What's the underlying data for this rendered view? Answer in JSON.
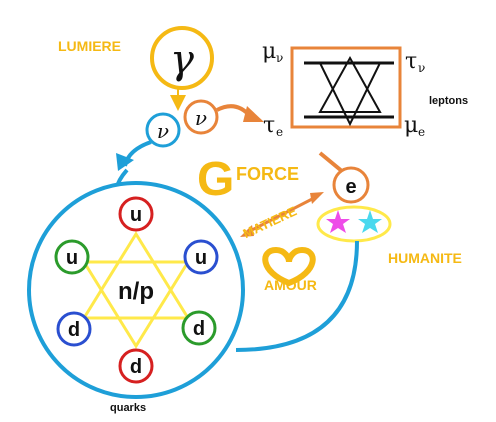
{
  "lumiere_label": "LUMIERE",
  "photon_symbol": "γ",
  "neutrino_symbol": "ν",
  "leptons": {
    "label": "leptons",
    "mu": "μ",
    "tau": "τ",
    "sub_nu": "ν",
    "sub_e": "e"
  },
  "force": {
    "big_letter": "G",
    "label": "FORCE"
  },
  "electron_symbol": "e",
  "matiere_label": "MATIERE",
  "amour_label": "AMOUR",
  "humanite_label": "HUMANITE",
  "nucleon_label": "n/p",
  "quarks": {
    "label": "quarks",
    "items": [
      {
        "letter": "u",
        "ring_color": "#d62020"
      },
      {
        "letter": "u",
        "ring_color": "#2b9b2b"
      },
      {
        "letter": "u",
        "ring_color": "#2a4fd0"
      },
      {
        "letter": "d",
        "ring_color": "#2a4fd0"
      },
      {
        "letter": "d",
        "ring_color": "#2b9b2b"
      },
      {
        "letter": "d",
        "ring_color": "#d62020"
      }
    ]
  },
  "colors": {
    "yellow": "#f5b914",
    "orange": "#e8843a",
    "blue": "#1e9fd8",
    "star_yellow": "#ffe94a",
    "star_pink": "#ee4ce8",
    "star_cyan": "#4ad8ee",
    "black": "#111111"
  }
}
